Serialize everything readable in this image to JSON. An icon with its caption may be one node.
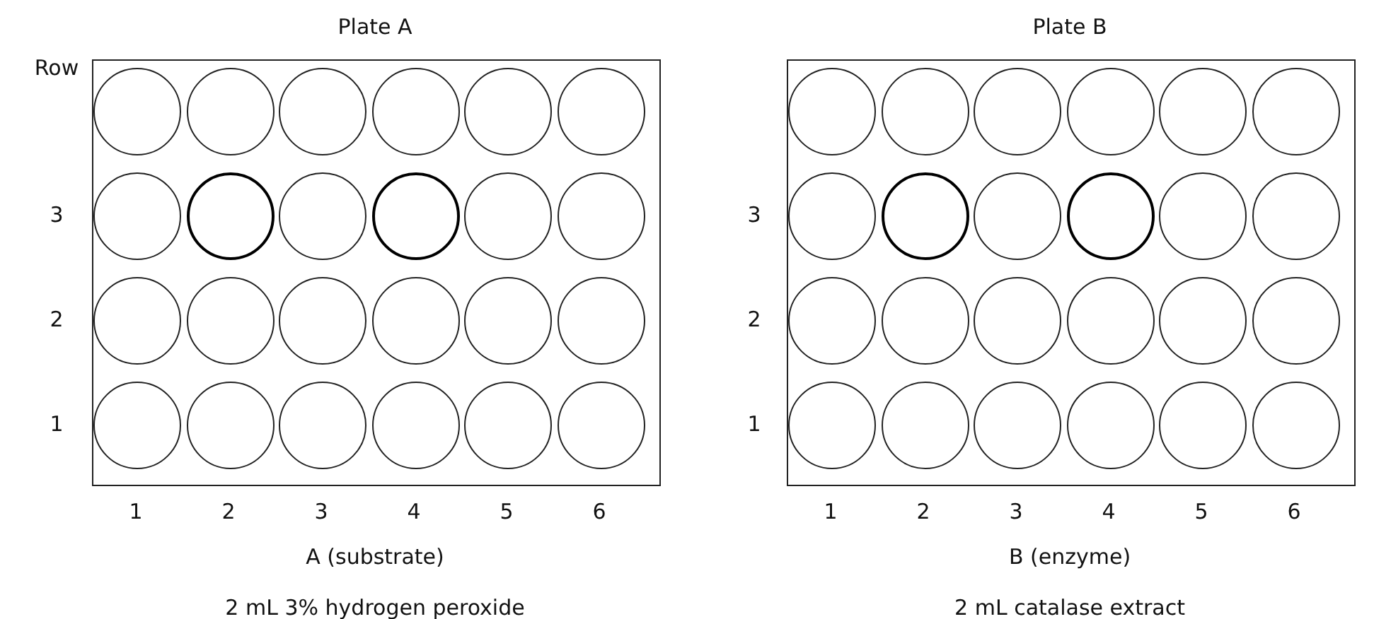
{
  "diagram": {
    "nodes": [
      {
        "text": [
          "Plate A"
        ],
        "beside": [
          "A (substrate)",
          "2 mL 3% hydrogen peroxide"
        ]
      },
      {
        "text": [],
        "shape": "circle",
        "in": 0
      },
      {
        "text": [],
        "shape": "circle",
        "in": 0
      },
      {
        "text": [],
        "shape": "circle",
        "in": 0
      },
      {
        "text": [],
        "shape": "circle",
        "in": 0
      },
      {
        "text": [],
        "shape": "circle",
        "in": 0
      },
      {
        "text": [],
        "shape": "circle",
        "in": 0
      },
      {
        "text": [],
        "shape": "circle",
        "in": 0
      },
      {
        "text": [],
        "shape": "circle",
        "in": 0
      },
      {
        "text": [],
        "shape": "circle",
        "in": 0
      },
      {
        "text": [],
        "shape": "circle",
        "in": 0
      },
      {
        "text": [],
        "shape": "circle",
        "in": 0
      },
      {
        "text": [],
        "shape": "circle",
        "in": 0
      },
      {
        "text": [],
        "shape": "circle",
        "in": 0
      },
      {
        "text": [],
        "shape": "circle",
        "in": 0
      },
      {
        "text": [],
        "shape": "circle",
        "in": 0
      },
      {
        "text": [],
        "shape": "circle",
        "in": 0
      },
      {
        "text": [],
        "shape": "circle",
        "in": 0
      },
      {
        "text": [],
        "shape": "circle",
        "in": 0
      },
      {
        "text": [],
        "shape": "circle",
        "in": 0
      },
      {
        "text": [],
        "shape": "circle",
        "in": 0
      },
      {
        "text": [],
        "shape": "circle",
        "in": 0
      },
      {
        "text": [],
        "shape": "circle",
        "in": 0
      },
      {
        "text": [],
        "shape": "circle",
        "in": 0
      },
      {
        "text": [],
        "shape": "circle",
        "in": 0
      },
      {
        "text": [
          "Plate B"
        ],
        "beside": [
          "B (enzyme)",
          "2 mL catalase extract"
        ]
      },
      {
        "text": [],
        "shape": "circle",
        "in": 25
      },
      {
        "text": [],
        "shape": "circle",
        "in": 25
      },
      {
        "text": [],
        "shape": "circle",
        "in": 25
      },
      {
        "text": [],
        "shape": "circle",
        "in": 25
      },
      {
        "text": [],
        "shape": "circle",
        "in": 25
      },
      {
        "text": [],
        "shape": "circle",
        "in": 25
      },
      {
        "text": [],
        "shape": "circle",
        "in": 25
      },
      {
        "text": [],
        "shape": "circle",
        "in": 25
      },
      {
        "text": [],
        "shape": "circle",
        "in": 25
      },
      {
        "text": [],
        "shape": "circle",
        "in": 25
      },
      {
        "text": [],
        "shape": "circle",
        "in": 25
      },
      {
        "text": [],
        "shape": "circle",
        "in": 25
      },
      {
        "text": [],
        "shape": "circle",
        "in": 25
      },
      {
        "text": [],
        "shape": "circle",
        "in": 25
      },
      {
        "text": [],
        "shape": "circle",
        "in": 25
      },
      {
        "text": [],
        "shape": "circle",
        "in": 25
      },
      {
        "text": [],
        "shape": "circle",
        "in": 25
      },
      {
        "text": [],
        "shape": "circle",
        "in": 25
      },
      {
        "text": [],
        "shape": "circle",
        "in": 25
      },
      {
        "text": [],
        "shape": "circle",
        "in": 25
      },
      {
        "text": [],
        "shape": "circle",
        "in": 25
      },
      {
        "text": [],
        "shape": "circle",
        "in": 25
      },
      {
        "text": [],
        "shape": "circle",
        "in": 25
      },
      {
        "text": [],
        "shape": "circle",
        "in": 25
      }
    ],
    "labels": [
      "Row",
      "3",
      "2",
      "1",
      "1",
      "2",
      "3",
      "4",
      "5",
      "6",
      "3",
      "2",
      "1",
      "1",
      "2",
      "3",
      "4",
      "5",
      "6"
    ]
  }
}
